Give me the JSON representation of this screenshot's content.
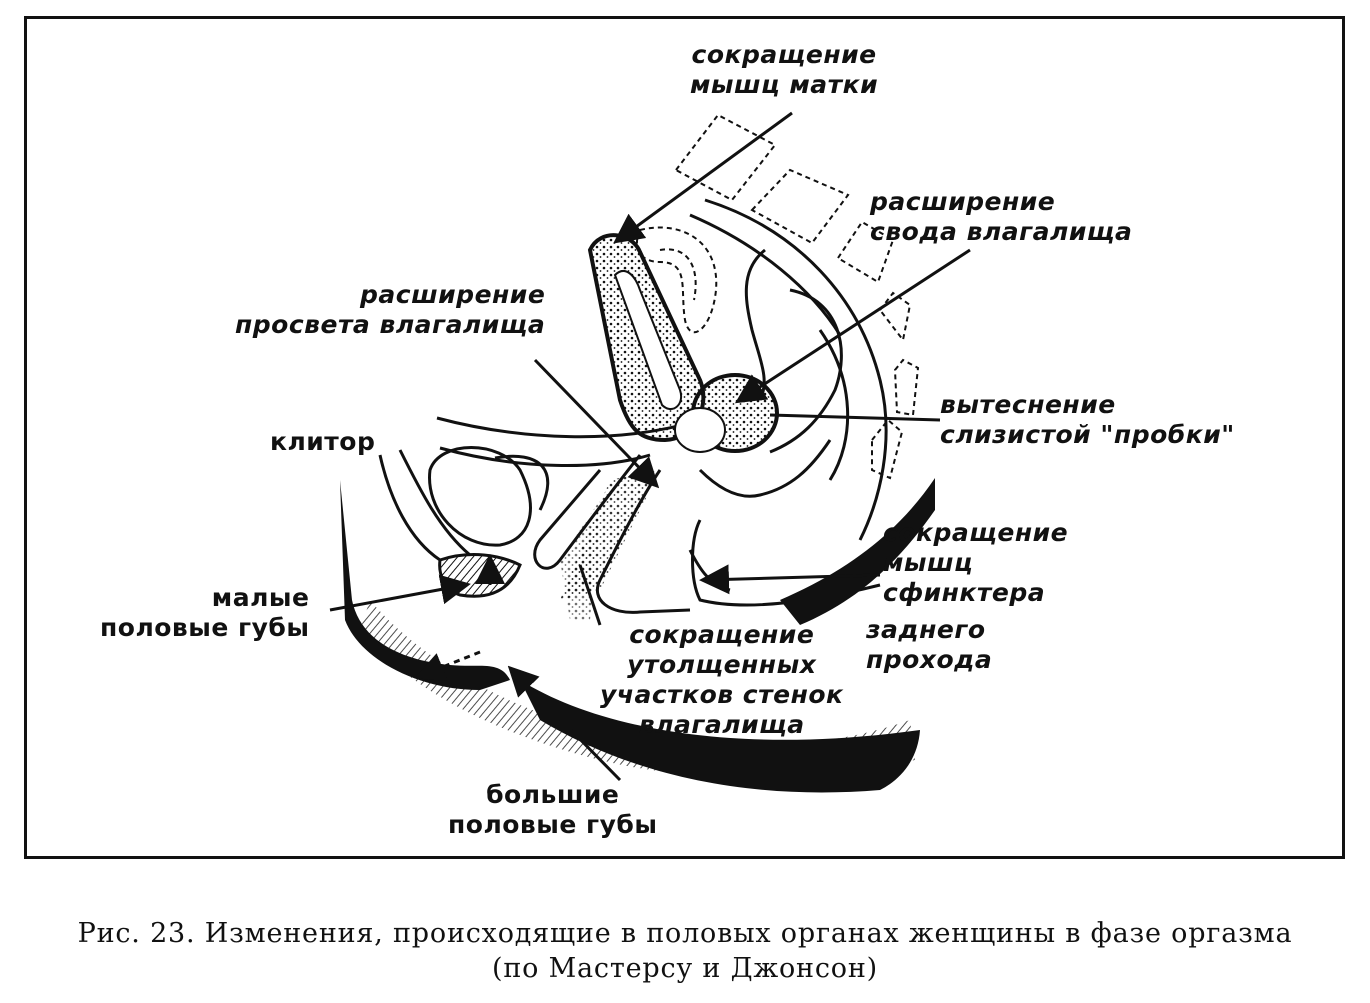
{
  "labels": {
    "uterus_contraction": "сокращение\nмышц матки",
    "vault_expansion": "расширение\nсвода влагалища",
    "lumen_expansion": "расширение\nпросвета влагалища",
    "mucus_plug": "вытеснение\nслизистой \"пробки\"",
    "clitoris": "клитор",
    "labia_minora": "малые\nполовые губы",
    "sphincter_contraction": "сокращение\nмышц\nсфинктера",
    "anus": "заднего\nпрохода",
    "walls_contraction": "сокращение\nутолщенных\nучастков стенок\nвлагалища",
    "labia_majora": "большие\nполовые губы"
  },
  "caption": {
    "line1": "Рис. 23. Изменения, происходящие в половых органах женщины в фазе оргазма",
    "line2": "(по Мастерсу и Джонсон)"
  }
}
